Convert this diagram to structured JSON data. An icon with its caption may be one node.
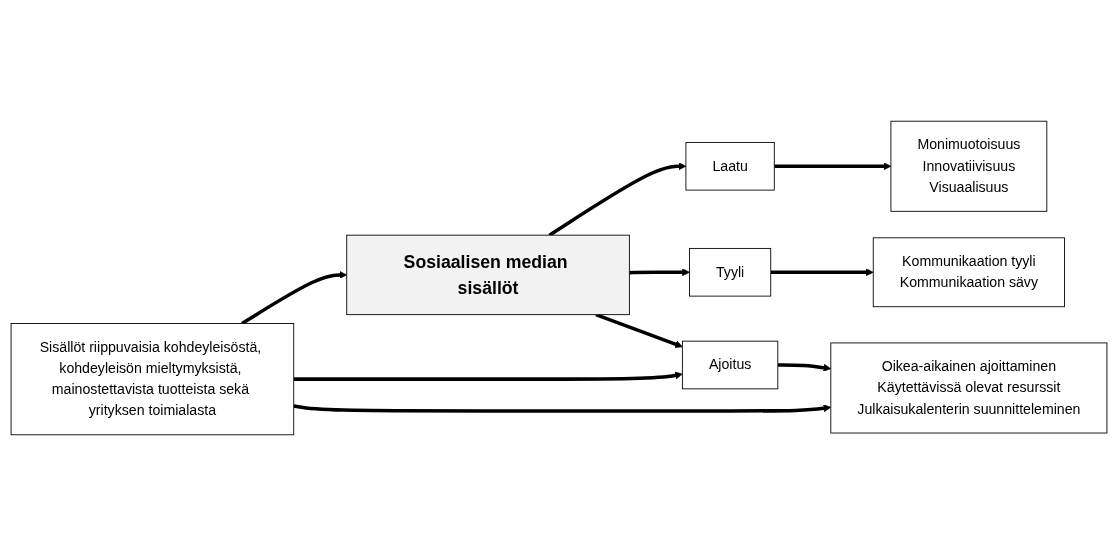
{
  "diagram": {
    "nodes": [
      {
        "text": [
          "Sosiaalisen median sisällöt"
        ]
      },
      {
        "text": [
          "Laatu"
        ]
      },
      {
        "text": [
          "Tyyli"
        ]
      },
      {
        "text": [
          "Ajoitus"
        ]
      },
      {
        "text": [
          "Monimuotoisuus",
          "Innovatiivisuus",
          "Visuaalisuus"
        ]
      },
      {
        "text": [
          "Kommunikaation tyyli",
          "Kommunikaation sävy"
        ]
      },
      {
        "text": [
          "Oikea-aikainen ajoittaminen",
          "Käytettävissä olevat resurssit",
          "Julkaisukalenterin suunnitteleminen"
        ]
      },
      {
        "text": [
          "Sisällöt riippuvaisia kohdeyleisöstä, kohdeyleisön mieltymyksistä, mainostettavista tuotteista sekä yrityksen toimialasta"
        ]
      }
    ],
    "edges": [
      {
        "from": 0,
        "to": 1,
        "arrow": "to"
      },
      {
        "from": 0,
        "to": 2,
        "arrow": "to"
      },
      {
        "from": 0,
        "to": 3,
        "arrow": "to"
      },
      {
        "from": 1,
        "to": 4,
        "arrow": "to"
      },
      {
        "from": 2,
        "to": 5,
        "arrow": "to"
      },
      {
        "from": 3,
        "to": 6,
        "arrow": "to"
      },
      {
        "from": 7,
        "to": 0,
        "arrow": "to"
      },
      {
        "from": 7,
        "to": 3,
        "arrow": "to"
      },
      {
        "from": 7,
        "to": 6,
        "arrow": "to"
      }
    ]
  }
}
